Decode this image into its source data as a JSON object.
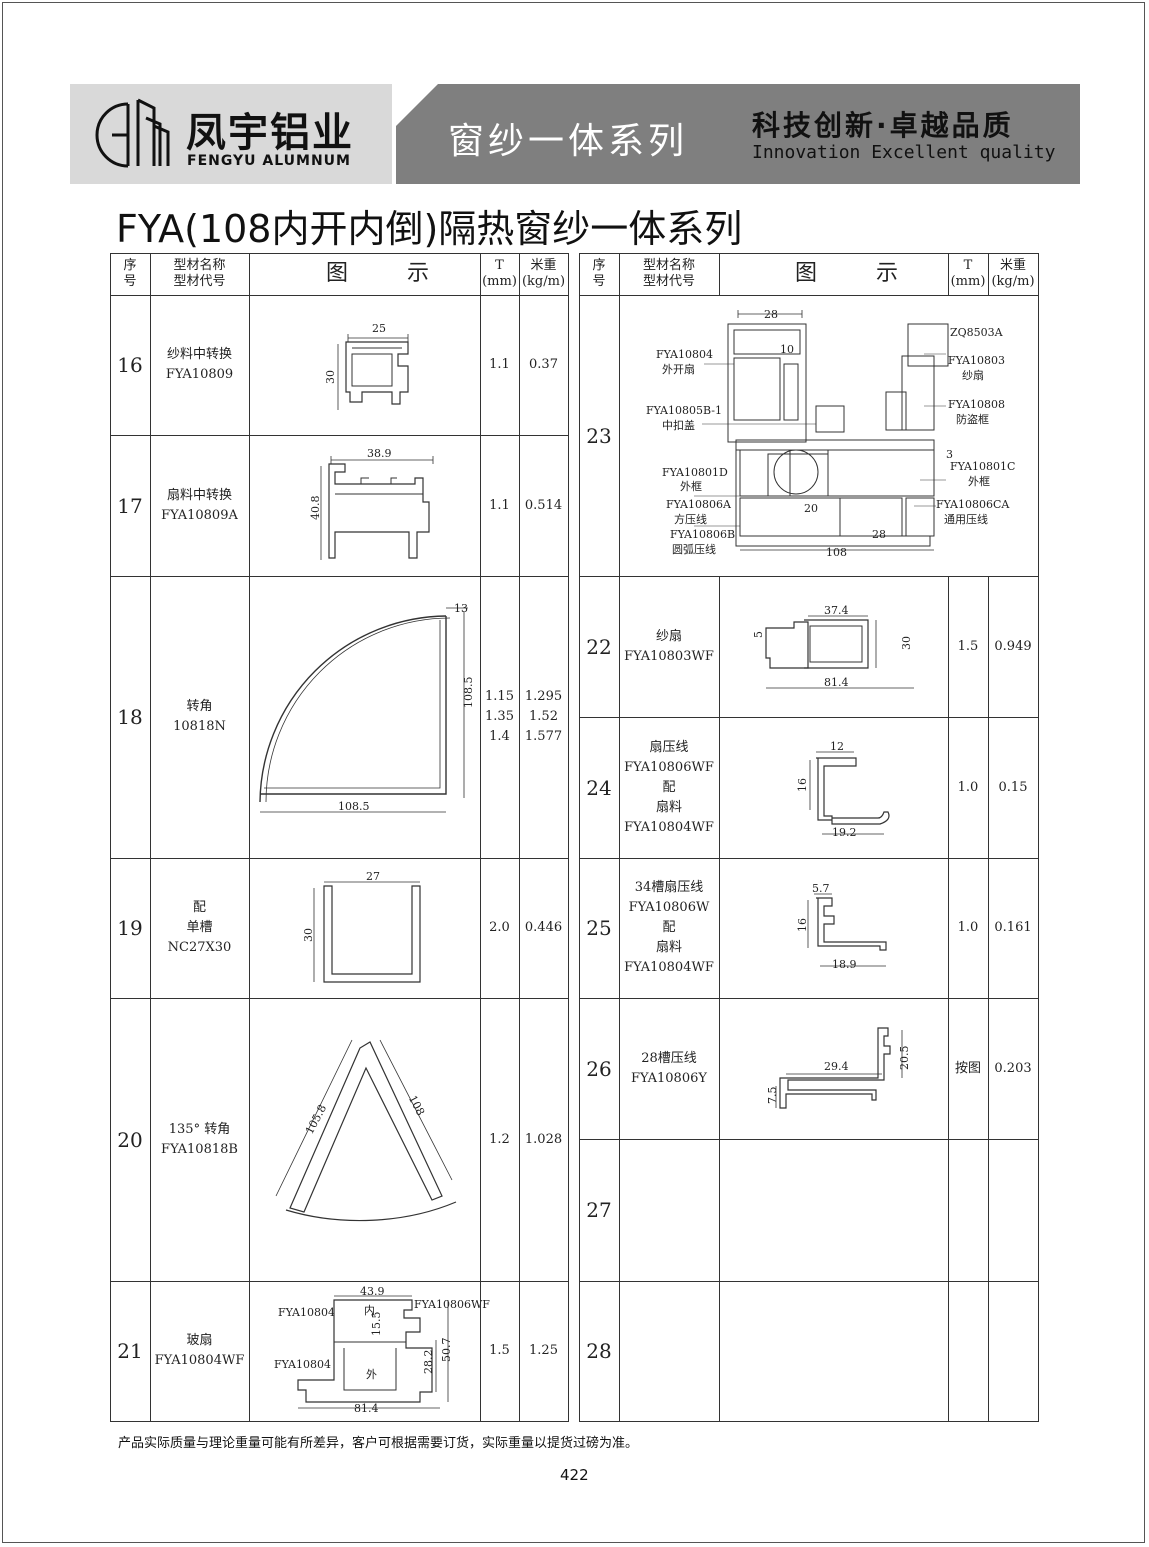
{
  "header": {
    "brand_cn": "凤宇铝业",
    "brand_en": "FENGYU ALUMNUM",
    "series": "窗纱一体系列",
    "slogan_cn": "科技创新·卓越品质",
    "slogan_en": "Innovation Excellent quality"
  },
  "title": "FYA(108内开内倒)隔热窗纱一体系列",
  "table_header": {
    "seq": [
      "序",
      "号"
    ],
    "name": [
      "型材名称",
      "型材代号"
    ],
    "figure": "图 示",
    "t": [
      "T",
      "(mm)"
    ],
    "weight": [
      "米重",
      "(kg/m)"
    ]
  },
  "left_rows": [
    {
      "no": "16",
      "name": [
        "纱料中转换",
        "FYA10809"
      ],
      "t": [
        "1.1"
      ],
      "w": [
        "0.37"
      ],
      "dims": [
        "25",
        "30"
      ]
    },
    {
      "no": "17",
      "name": [
        "扇料中转换",
        "FYA10809A"
      ],
      "t": [
        "1.1"
      ],
      "w": [
        "0.514"
      ],
      "dims": [
        "38.9",
        "40.8"
      ]
    },
    {
      "no": "18",
      "name": [
        "转角",
        "10818N"
      ],
      "t": [
        "1.15",
        "1.35",
        "1.4"
      ],
      "w": [
        "1.295",
        "1.52",
        "1.577"
      ],
      "dims": [
        "13",
        "108.5",
        "108.5"
      ]
    },
    {
      "no": "19",
      "name": [
        "配",
        "单槽",
        "NC27X30"
      ],
      "t": [
        "2.0"
      ],
      "w": [
        "0.446"
      ],
      "dims": [
        "27",
        "30"
      ]
    },
    {
      "no": "20",
      "name": [
        "135° 转角",
        "FYA10818B"
      ],
      "t": [
        "1.2"
      ],
      "w": [
        "1.028"
      ],
      "dims": [
        "105.8",
        "108"
      ]
    },
    {
      "no": "21",
      "name": [
        "玻扇",
        "FYA10804WF"
      ],
      "t": [
        "1.5"
      ],
      "w": [
        "1.25"
      ],
      "dims": [
        "43.9",
        "内",
        "外",
        "15.5",
        "28.2",
        "50.7",
        "81.4"
      ],
      "callouts": [
        "FYA10804",
        "FYA10806WF",
        "FYA10804"
      ]
    }
  ],
  "right_rows": [
    {
      "no": "23",
      "name": [],
      "t": [],
      "w": [],
      "callouts": [
        "FYA10804",
        "外开扇",
        "FYA10805B-1",
        "中扣盖",
        "FYA10801D",
        "外框",
        "FYA10806A",
        "方压线",
        "FYA10806B",
        "圆弧压线",
        "ZQ8503A",
        "FYA10803",
        "纱扇",
        "FYA10808",
        "防盗框",
        "FYA10801C",
        "外框",
        "FYA10806CA",
        "通用压线"
      ],
      "dims": [
        "28",
        "10",
        "3",
        "20",
        "28",
        "108"
      ]
    },
    {
      "no": "22",
      "name": [
        "纱扇",
        "FYA10803WF"
      ],
      "t": [
        "1.5"
      ],
      "w": [
        "0.949"
      ],
      "dims": [
        "37.4",
        "5",
        "30",
        "81.4"
      ]
    },
    {
      "no": "24",
      "name": [
        "扇压线",
        "FYA10806WF",
        "配",
        "扇料",
        "FYA10804WF"
      ],
      "t": [
        "1.0"
      ],
      "w": [
        "0.15"
      ],
      "dims": [
        "12",
        "16",
        "19.2"
      ]
    },
    {
      "no": "25",
      "name": [
        "34槽扇压线",
        "FYA10806W",
        "配",
        "扇料",
        "FYA10804WF"
      ],
      "t": [
        "1.0"
      ],
      "w": [
        "0.161"
      ],
      "dims": [
        "5.7",
        "16",
        "18.9"
      ]
    },
    {
      "no": "26",
      "name": [
        "28槽压线",
        "FYA10806Y"
      ],
      "t": [
        "按图"
      ],
      "w": [
        "0.203"
      ],
      "dims": [
        "29.4",
        "20.5",
        "7.5"
      ]
    },
    {
      "no": "27",
      "name": [],
      "t": [],
      "w": []
    },
    {
      "no": "28",
      "name": [],
      "t": [],
      "w": []
    }
  ],
  "footnote": "产品实际质量与理论重量可能有所差异，客户可根据需要订货，实际重量以提货过磅为准。",
  "page_number": "422"
}
